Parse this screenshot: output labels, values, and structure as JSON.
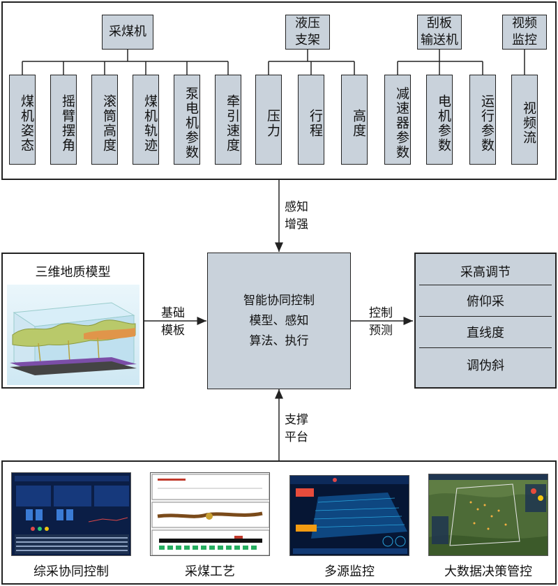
{
  "top": {
    "groups": [
      {
        "title": "采煤机",
        "items": [
          "煤机姿态",
          "摇臂摆角",
          "滚筒高度",
          "煤机轨迹",
          "泵电机参数",
          "牵引速度"
        ]
      },
      {
        "title": "液压\n支架",
        "items": [
          "压力",
          "行程",
          "高度"
        ]
      },
      {
        "title": "刮板\n输送机",
        "items": [
          "减速器参数",
          "电机参数",
          "运行参数"
        ]
      },
      {
        "title": "视频\n监控",
        "items": [
          "视频流"
        ]
      }
    ]
  },
  "arrows": {
    "top": "感知\n增强",
    "left": "基础\n模板",
    "right": "控制\n预测",
    "bottom": "支撑\n平台"
  },
  "left_panel": {
    "title": "三维地质模型"
  },
  "center": {
    "lines": [
      "智能协同控制",
      "模型、感知",
      "算法、执行"
    ]
  },
  "right_panel": {
    "items": [
      "采高调节",
      "俯仰采",
      "直线度",
      "调伪斜"
    ]
  },
  "bottom": {
    "panels": [
      {
        "caption": "综采协同控制"
      },
      {
        "caption": "采煤工艺"
      },
      {
        "caption": "多源监控"
      },
      {
        "caption": "大数据决策管控"
      }
    ]
  }
}
